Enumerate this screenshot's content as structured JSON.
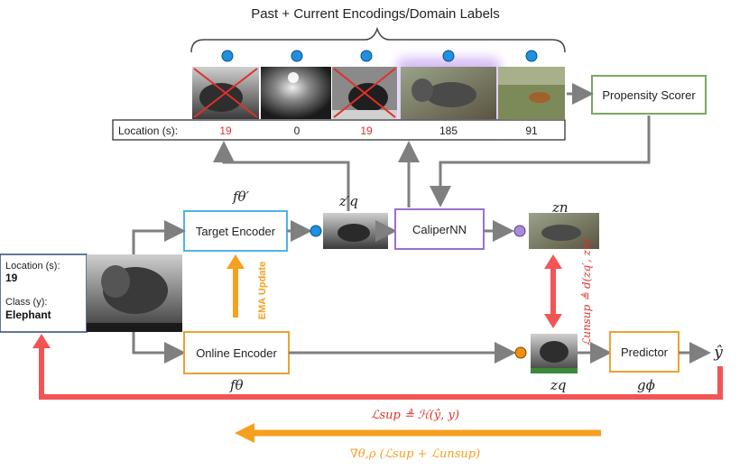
{
  "title": "Past + Current Encodings/Domain Labels",
  "location_row": {
    "label": "Location (s):",
    "values": [
      {
        "text": "19",
        "color": "#e0302a"
      },
      {
        "text": "0",
        "color": "#222222"
      },
      {
        "text": "19",
        "color": "#e0302a"
      },
      {
        "text": "185",
        "color": "#222222"
      },
      {
        "text": "91",
        "color": "#222222"
      }
    ]
  },
  "boxes": {
    "propensity": "Propensity Scorer",
    "target": "Target Encoder",
    "caliper": "CaliperNN",
    "online": "Online Encoder",
    "predictor": "Predictor"
  },
  "math": {
    "f_theta_prime": "fθ′",
    "f_theta": "fθ",
    "z_q_prime": "z′q",
    "z_n": "zn",
    "z_q": "zq",
    "g_phi": "gϕ",
    "y_hat": "ŷ",
    "l_unsup": "ℒunsup ≜ d(zq′, zn)",
    "l_sup": "ℒsup ≜ ℋ(ŷ, y)",
    "grad": "∇θ,ρ (ℒsup + ℒunsup)"
  },
  "ema_label": "EMA Update",
  "input_card": {
    "location_label": "Location (s):",
    "location_value": "19",
    "class_label": "Class (y):",
    "class_value": "Elephant"
  },
  "colors": {
    "blue_dot": "#1e90e0",
    "purple_dot": "#a88ad8",
    "orange_dot": "#f0900a",
    "target_border": "#4fb3e8",
    "caliper_border": "#9b6fd0",
    "online_border": "#f0a030",
    "predictor_border": "#f0a030",
    "propensity_border": "#7aa860",
    "red_arrow": "#f25555",
    "orange_arrow": "#f5a020",
    "highlight": "#c9a4f2"
  }
}
